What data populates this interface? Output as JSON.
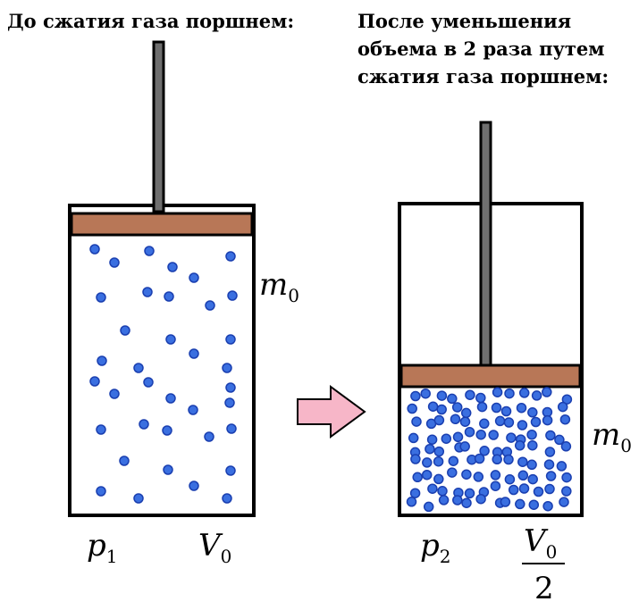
{
  "captions": {
    "before": "До сжатия газа поршнем:",
    "after_lines": [
      "После уменьшения",
      "объема в 2 раза путем",
      "сжатия газа поршнем:"
    ]
  },
  "labels": {
    "mass_var": "m",
    "mass_sub": "0",
    "p_var": "p",
    "p1_sub": "1",
    "p2_sub": "2",
    "v_var": "V",
    "v_sub": "0",
    "half_denominator": "2"
  },
  "colors": {
    "piston": "#b87757",
    "rod": "#6f6f6f",
    "particle": "#3a6fe0",
    "particle_stroke": "#1a3fb0",
    "arrow": "#f7b6c8",
    "outline": "#000000"
  },
  "icons": {
    "arrow": "right-arrow-icon"
  }
}
